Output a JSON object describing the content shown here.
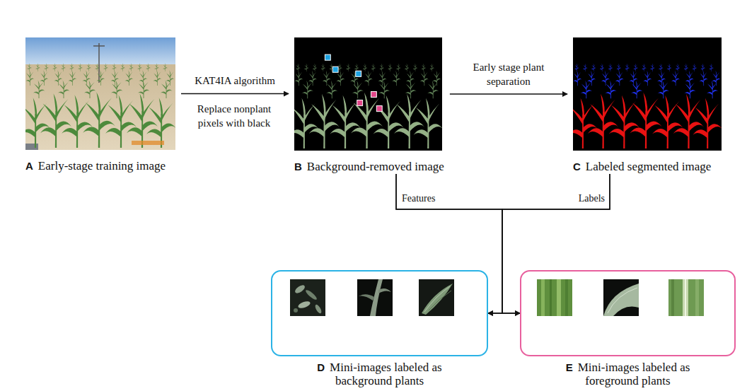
{
  "diagram": {
    "nodes": [
      {
        "text": [
          "A",
          "Early-stage training image"
        ]
      },
      {
        "text": [
          "B",
          "Background-removed image"
        ]
      },
      {
        "text": [
          "C",
          "Labeled segmented image"
        ]
      },
      {
        "text": [
          "D",
          "Mini-images labeled as background plants"
        ]
      },
      {
        "text": [
          "E",
          "Mini-images labeled as foreground plants"
        ]
      }
    ],
    "edges": [
      {
        "from": 0,
        "to": 1,
        "arrow": "to",
        "label": "KAT4IA algorithm"
      },
      {
        "from": 1,
        "to": 2,
        "arrow": "to",
        "label": "Early stage plant separation"
      },
      {
        "from": 1,
        "to": 3,
        "arrow": "to"
      },
      {
        "from": 1,
        "to": 4,
        "arrow": "to"
      },
      {
        "from": 2,
        "to": 3,
        "arrow": "to"
      },
      {
        "from": 2,
        "to": 4,
        "arrow": "to"
      }
    ],
    "labels": [
      "Replace nonplant pixels with black",
      "Features",
      "Labels"
    ]
  }
}
